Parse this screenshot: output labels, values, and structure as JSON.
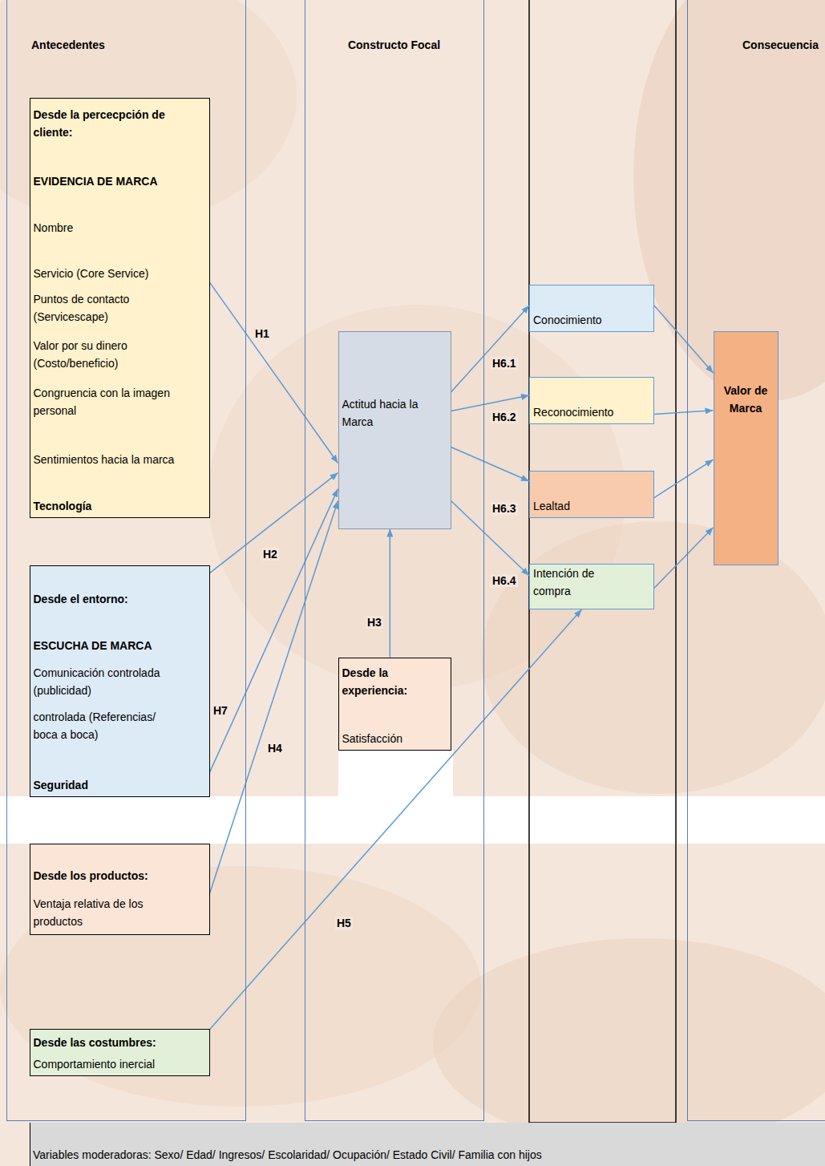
{
  "diagram": {
    "nodes": [
      {
        "text": [
          "Antecedentes"
        ]
      },
      {
        "text": [
          "Desde la percecpción de cliente:",
          "EVIDENCIA DE MARCA",
          "Nombre",
          "Servicio (Core Service)",
          "Puntos de contacto (Servicescape)",
          "Valor por su dinero (Costo/beneficio)",
          "Congruencia con la imagen personal",
          "Sentimientos hacia la marca",
          "Tecnología"
        ],
        "in": 0
      },
      {
        "text": [
          "Desde el entorno:",
          "ESCUCHA DE MARCA",
          "Comunicación controlada (publicidad)",
          "controlada (Referencias/ boca a boca)",
          "Seguridad"
        ],
        "in": 0
      },
      {
        "text": [
          "Desde los productos:",
          "Ventaja relativa de los productos"
        ],
        "in": 0
      },
      {
        "text": [
          "Desde las costumbres:",
          "Comportamiento inercial"
        ],
        "in": 0
      },
      {
        "text": [
          "Constructo Focal"
        ]
      },
      {
        "text": [
          "Actitud hacia la Marca"
        ],
        "in": 5
      },
      {
        "text": [
          "Desde la experiencia:",
          "Satisfacción"
        ],
        "in": 5
      },
      {
        "text": [
          "Conocimiento"
        ]
      },
      {
        "text": [
          "Reconocimiento"
        ]
      },
      {
        "text": [
          "Lealtad"
        ]
      },
      {
        "text": [
          "Intención de compra"
        ]
      },
      {
        "text": [
          "Consecuencia"
        ]
      },
      {
        "text": [
          "Valor de Marca"
        ],
        "in": 12
      },
      {
        "text": [
          "Variables moderadoras: Sexo/ Edad/ Ingresos/ Escolaridad/ Ocupación/ Estado Civil/ Familia con hijos"
        ]
      }
    ],
    "edges": [
      {
        "from": 1,
        "to": 6,
        "label": "H1",
        "arrow": "to"
      },
      {
        "from": 2,
        "to": 6,
        "label": "H2",
        "arrow": "to"
      },
      {
        "from": 7,
        "to": 6,
        "label": "H3",
        "arrow": "to"
      },
      {
        "from": 3,
        "to": 6,
        "label": "H4",
        "arrow": "to"
      },
      {
        "from": 4,
        "to": 11,
        "label": "H5",
        "arrow": "to"
      },
      {
        "from": 6,
        "to": 8,
        "label": "H6.1",
        "arrow": "to"
      },
      {
        "from": 6,
        "to": 9,
        "label": "H6.2",
        "arrow": "to"
      },
      {
        "from": 6,
        "to": 10,
        "label": "H6.3",
        "arrow": "to"
      },
      {
        "from": 6,
        "to": 11,
        "label": "H6.4",
        "arrow": "to"
      },
      {
        "from": 2,
        "to": 6,
        "label": "H7",
        "arrow": "to"
      },
      {
        "from": 8,
        "to": 13,
        "arrow": "to"
      },
      {
        "from": 9,
        "to": 13,
        "arrow": "to"
      },
      {
        "from": 10,
        "to": 13,
        "arrow": "to"
      },
      {
        "from": 11,
        "to": 13,
        "arrow": "to"
      }
    ]
  }
}
